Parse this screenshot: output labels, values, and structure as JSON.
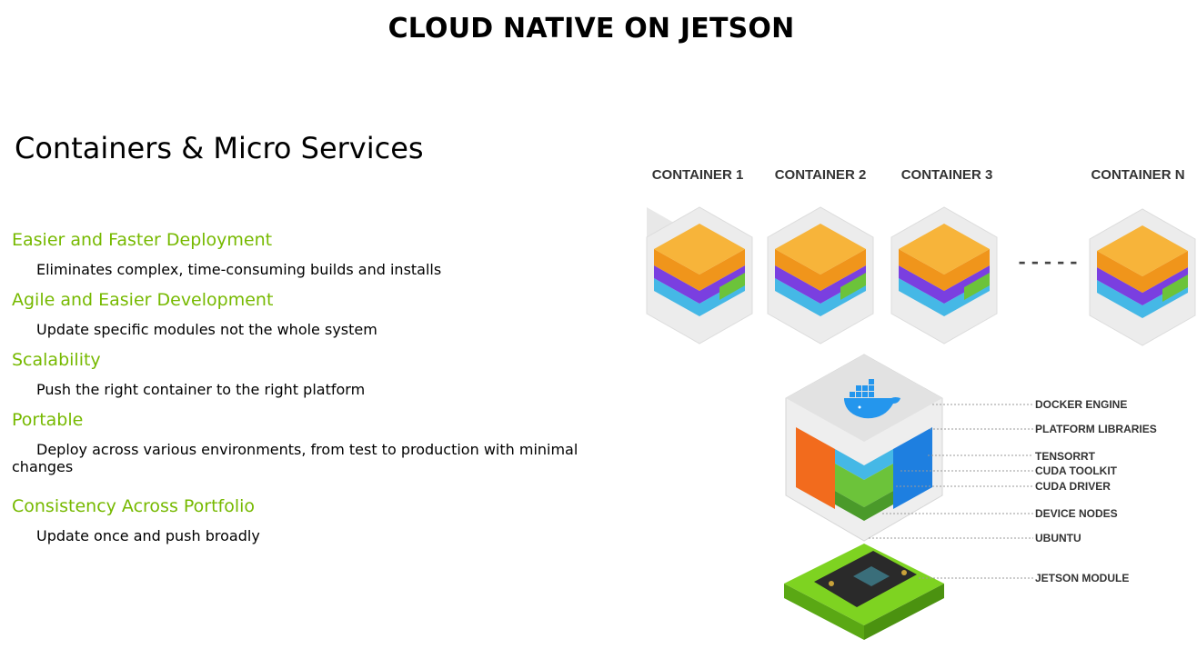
{
  "title": "CLOUD NATIVE ON JETSON",
  "subtitle": "Containers & Micro Services",
  "bullets": [
    {
      "heading": "Easier and Faster Deployment",
      "text": "Eliminates complex, time-consuming builds and installs"
    },
    {
      "heading": "Agile and Easier Development",
      "text": "Update specific modules not the whole system"
    },
    {
      "heading": "Scalability",
      "text": "Push the right container to the right platform"
    },
    {
      "heading": "Portable",
      "text": "Deploy across various environments, from test to production with minimal changes"
    },
    {
      "heading": "Consistency Across Portfolio",
      "text": "Update once and push broadly"
    }
  ],
  "containers": [
    "CONTAINER 1",
    "CONTAINER 2",
    "CONTAINER 3",
    "CONTAINER N"
  ],
  "ellipsis": "-----",
  "stack_labels": [
    "DOCKER ENGINE",
    "PLATFORM LIBRARIES",
    "TENSORRT",
    "CUDA TOOLKIT",
    "CUDA DRIVER",
    "DEVICE NODES",
    "UBUNTU",
    "JETSON MODULE"
  ],
  "colors": {
    "accent_green": "#76b900",
    "layer_orange": "#f5a623",
    "layer_purple": "#7a3fe0",
    "layer_blue": "#45b8e6",
    "layer_green": "#6cc33a",
    "docker_blue": "#2496ed",
    "tile_orange": "#f26b1d"
  }
}
